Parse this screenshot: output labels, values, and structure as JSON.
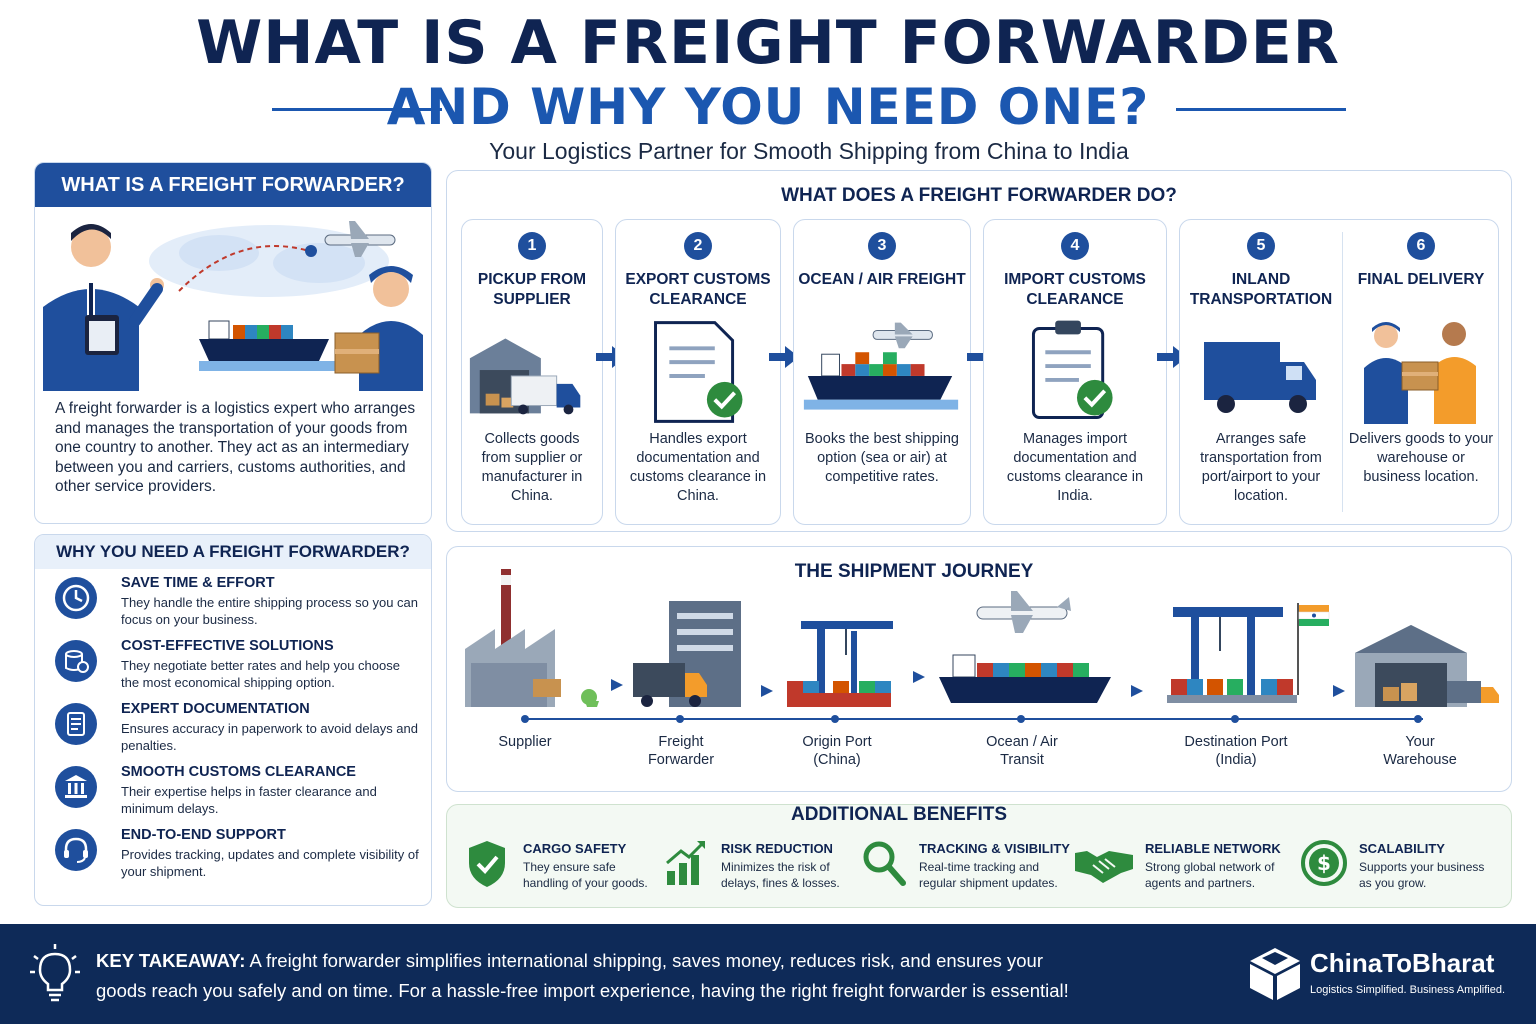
{
  "header": {
    "title_line1": "WHAT IS A FREIGHT FORWARDER",
    "title_line2": "AND WHY YOU NEED ONE?",
    "subtitle": "Your Logistics Partner for Smooth Shipping from China to India"
  },
  "what_is": {
    "heading": "WHAT IS A FREIGHT FORWARDER?",
    "paragraph": "A freight forwarder is a logistics expert who arranges and manages the transportation of your goods from one country to another. They act as an intermediary between you and carriers, customs authorities, and other service providers."
  },
  "why_need": {
    "heading": "WHY YOU NEED A FREIGHT FORWARDER?",
    "items": [
      {
        "title": "SAVE TIME & EFFORT",
        "text": "They handle the entire shipping process so you can focus on your business.",
        "icon": "clock-icon"
      },
      {
        "title": "COST-EFFECTIVE SOLUTIONS",
        "text": "They negotiate better rates and help you choose the most economical shipping option.",
        "icon": "coins-icon"
      },
      {
        "title": "EXPERT DOCUMENTATION",
        "text": "Ensures accuracy in paperwork to avoid delays and penalties.",
        "icon": "document-icon"
      },
      {
        "title": "SMOOTH CUSTOMS CLEARANCE",
        "text": "Their expertise helps in faster clearance and minimum delays.",
        "icon": "bank-icon"
      },
      {
        "title": "END-TO-END SUPPORT",
        "text": "Provides tracking, updates and complete visibility of your shipment.",
        "icon": "headset-icon"
      }
    ]
  },
  "what_do": {
    "heading": "WHAT DOES A FREIGHT FORWARDER DO?",
    "steps": [
      {
        "num": "1",
        "title": "PICKUP FROM SUPPLIER",
        "desc": "Collects goods from supplier or manufacturer in China."
      },
      {
        "num": "2",
        "title": "EXPORT CUSTOMS CLEARANCE",
        "desc": "Handles export documentation and customs clearance in China."
      },
      {
        "num": "3",
        "title": "OCEAN / AIR FREIGHT",
        "desc": "Books the best shipping option (sea or air) at competitive rates."
      },
      {
        "num": "4",
        "title": "IMPORT CUSTOMS CLEARANCE",
        "desc": "Manages import documentation and customs clearance in India."
      },
      {
        "num": "5",
        "title": "INLAND TRANSPORTATION",
        "desc": "Arranges safe transportation from port/airport to your location."
      },
      {
        "num": "6",
        "title": "FINAL DELIVERY",
        "desc": "Delivers goods to your warehouse or business location."
      }
    ]
  },
  "journey": {
    "heading": "THE SHIPMENT JOURNEY",
    "stops": [
      {
        "label": "Supplier"
      },
      {
        "label": "Freight Forwarder"
      },
      {
        "label": "Origin Port (China)"
      },
      {
        "label": "Ocean / Air Transit"
      },
      {
        "label": "Destination Port (India)"
      },
      {
        "label": "Your Warehouse"
      }
    ]
  },
  "benefits": {
    "heading": "ADDITIONAL BENEFITS",
    "items": [
      {
        "title": "CARGO SAFETY",
        "line1": "They ensure safe",
        "line2": "handling of your goods.",
        "icon": "shield-check-icon"
      },
      {
        "title": "RISK REDUCTION",
        "line1": "Minimizes the risk of",
        "line2": "delays, fines & losses.",
        "icon": "bar-chart-icon"
      },
      {
        "title": "TRACKING & VISIBILITY",
        "line1": "Real-time tracking and",
        "line2": "regular shipment updates.",
        "icon": "magnifier-icon"
      },
      {
        "title": "RELIABLE NETWORK",
        "line1": "Strong global network of",
        "line2": "agents and partners.",
        "icon": "handshake-icon"
      },
      {
        "title": "SCALABILITY",
        "line1": "Supports your business",
        "line2": "as you grow.",
        "icon": "dollar-icon"
      }
    ]
  },
  "footer": {
    "key_label": "KEY TAKEAWAY:",
    "key_text": " A freight forwarder simplifies international shipping, saves money, reduces risk, and ensures your goods reach you safely and on time. For a hassle-free import experience, having the right freight forwarder is essential!",
    "brand": "ChinaToBharat",
    "tagline": "Logistics Simplified. Business Amplified."
  },
  "colors": {
    "navy": "#0f2452",
    "blue": "#1f4f9d",
    "green": "#2e8b3e",
    "footer": "#0e2a58"
  }
}
